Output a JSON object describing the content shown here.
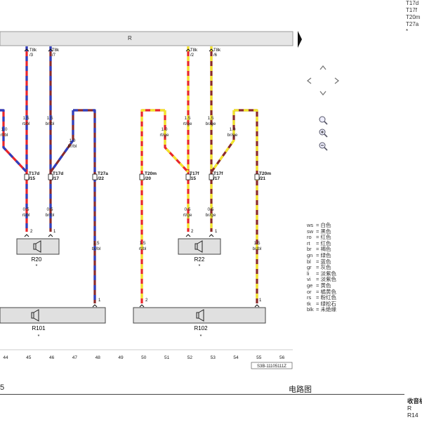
{
  "side_notes": [
    "T17d",
    "T17f",
    "T20m",
    "T27a",
    "*"
  ],
  "bus_label": "R",
  "pins": {
    "p1": {
      "code": "T8k",
      "num": "/3"
    },
    "p2": {
      "code": "T8k",
      "num": "/7"
    },
    "p3": {
      "code": "T8k",
      "num": "/2"
    },
    "p4": {
      "code": "T8k",
      "num": "/6"
    }
  },
  "wires": {
    "w1": {
      "size": "1.5",
      "color": "rt/bl"
    },
    "w2": {
      "size": "1.5",
      "color": "br/bl"
    },
    "w3": {
      "size": "1.5",
      "color": "rt/ge"
    },
    "w4": {
      "size": "1.5",
      "color": "br/ge"
    },
    "b1": {
      "size": "1.0",
      "color": "rt/bl"
    },
    "b2": {
      "size": "1.0",
      "color": "br/bl"
    },
    "b3": {
      "size": "1.0",
      "color": "rt/ge"
    },
    "b4": {
      "size": "1.0",
      "color": "br/ge"
    },
    "s1": {
      "size": "0.5",
      "color": "rt/bl"
    },
    "s2": {
      "size": "0.5",
      "color": "br/bl"
    },
    "s3": {
      "size": "0.5",
      "color": "rt/ge"
    },
    "s4": {
      "size": "0.5",
      "color": "br/ge"
    },
    "l1": {
      "size": "1.5",
      "color": "br/bl"
    },
    "l2": {
      "size": "1.5",
      "color": "rt/bl"
    },
    "l3": {
      "size": "1.5",
      "color": "br/bl"
    }
  },
  "connectors": {
    "c1": {
      "code": "T17d",
      "num": "/15"
    },
    "c2": {
      "code": "T17d",
      "num": "/17"
    },
    "c3": {
      "code": "T27a",
      "num": "/22"
    },
    "c4": {
      "code": "T20m",
      "num": "/20"
    },
    "c5": {
      "code": "T17f",
      "num": "/15"
    },
    "c6": {
      "code": "T17f",
      "num": "/17"
    },
    "c7": {
      "code": "T20m",
      "num": "/21"
    }
  },
  "terminals": {
    "r20_a": "2",
    "r20_b": "1",
    "r22_a": "2",
    "r22_b": "1",
    "r101": "1",
    "r102_a": "2",
    "r102_b": "1"
  },
  "components": {
    "r20": {
      "name": "R20",
      "mark": "*"
    },
    "r22": {
      "name": "R22",
      "mark": "*"
    },
    "r101": {
      "name": "R101",
      "mark": "*"
    },
    "r102": {
      "name": "R102",
      "mark": "*"
    }
  },
  "columns": [
    "44",
    "45",
    "46",
    "47",
    "48",
    "49",
    "50",
    "51",
    "52",
    "53",
    "54",
    "55",
    "56"
  ],
  "doc_code": "S3B-11105111Z",
  "footer": {
    "page_fragment": "5",
    "title": "电路图"
  },
  "legend": [
    {
      "code": "ws",
      "meaning": "= 白色"
    },
    {
      "code": "sw",
      "meaning": "= 黑色"
    },
    {
      "code": "ro",
      "meaning": "= 红色"
    },
    {
      "code": "rt",
      "meaning": "= 红色"
    },
    {
      "code": "br",
      "meaning": "= 褐色"
    },
    {
      "code": "gn",
      "meaning": "= 绿色"
    },
    {
      "code": "bl",
      "meaning": "= 蓝色"
    },
    {
      "code": "gr",
      "meaning": "= 灰色"
    },
    {
      "code": "li",
      "meaning": "= 淡紫色"
    },
    {
      "code": "vi",
      "meaning": "= 淡紫色"
    },
    {
      "code": "ge",
      "meaning": "= 黄色"
    },
    {
      "code": "or",
      "meaning": "= 橘黄色"
    },
    {
      "code": "rs",
      "meaning": "= 粉红色"
    },
    {
      "code": "tk",
      "meaning": "= 绿松石"
    },
    {
      "code": "blk",
      "meaning": "= 未绝缘"
    }
  ],
  "bottom_info": [
    "收音机",
    "R",
    "R14"
  ],
  "colors": {
    "red": "#e8262a",
    "blue": "#2e3fbf",
    "brown": "#8a2a2a",
    "yellow": "#f2e62a",
    "bus": "#e6e6e6",
    "component": "#e0e0e0"
  },
  "icons": {
    "nav_up": "chevron-up-icon",
    "nav_left": "chevron-left-icon",
    "nav_right": "chevron-right-icon",
    "nav_down": "chevron-down-icon",
    "zoom_fit": "zoom-fit-icon",
    "zoom_in": "zoom-in-icon",
    "zoom_out": "zoom-out-icon",
    "page_next": "page-next-arrow-icon"
  }
}
